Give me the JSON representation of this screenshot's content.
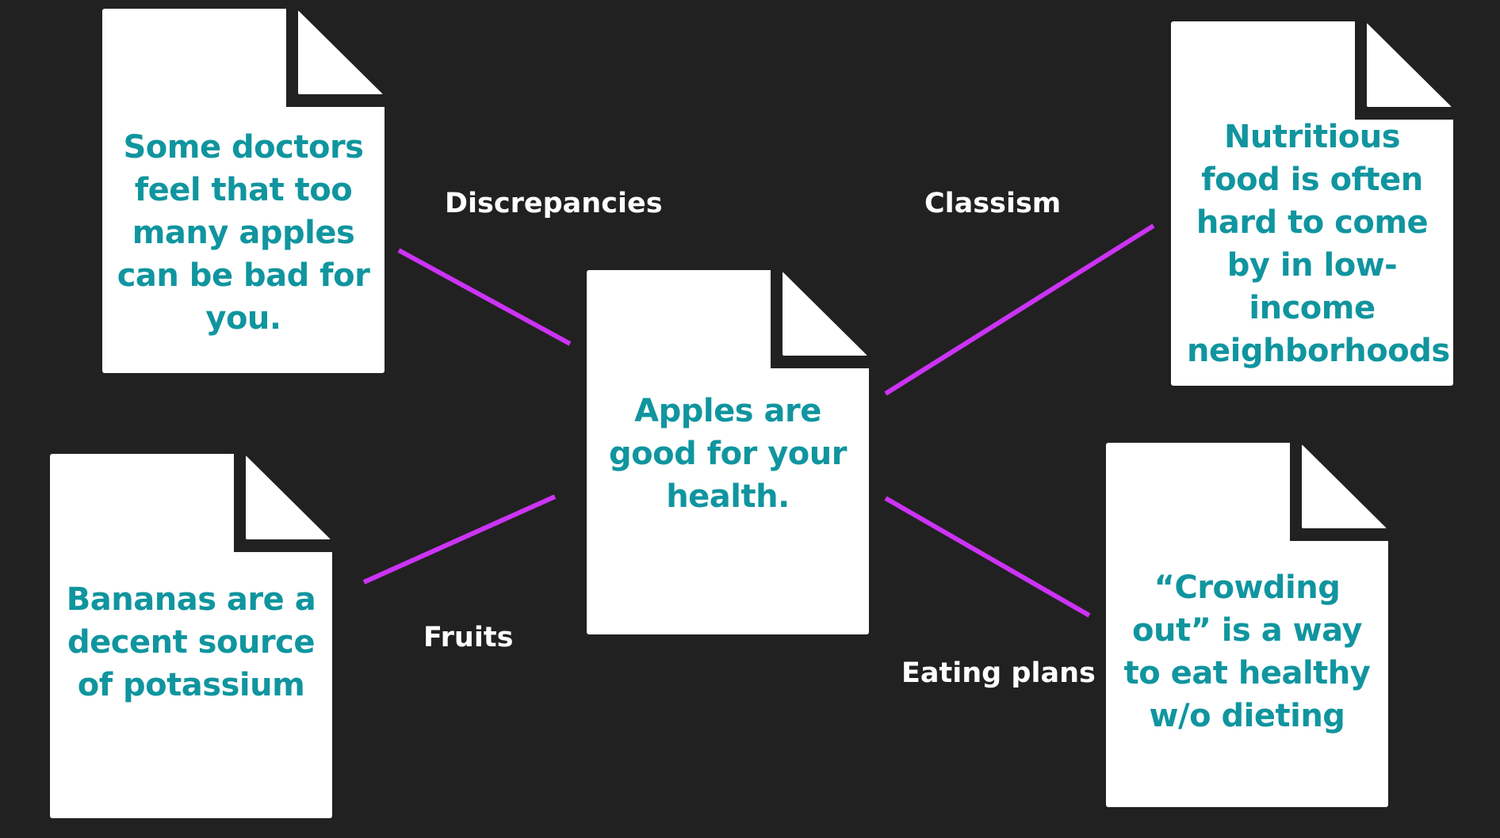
{
  "center_note": {
    "text": "Apples are good for your health."
  },
  "notes": [
    {
      "text": "Some doctors feel that too many apples can be bad for you."
    },
    {
      "text": "Bananas are a decent source of potassium"
    },
    {
      "text": "Nutritious food is often hard to come by in low-income neighborhoods"
    },
    {
      "text": "“Crowding out” is a way to eat healthy w/o dieting"
    }
  ],
  "connections": [
    {
      "label": "Discrepancies"
    },
    {
      "label": "Fruits"
    },
    {
      "label": "Classism"
    },
    {
      "label": "Eating plans"
    }
  ],
  "colors": {
    "background": "#212121",
    "connector": "#cc33f5",
    "note_text": "#10959f",
    "label_text": "#ffffff"
  }
}
